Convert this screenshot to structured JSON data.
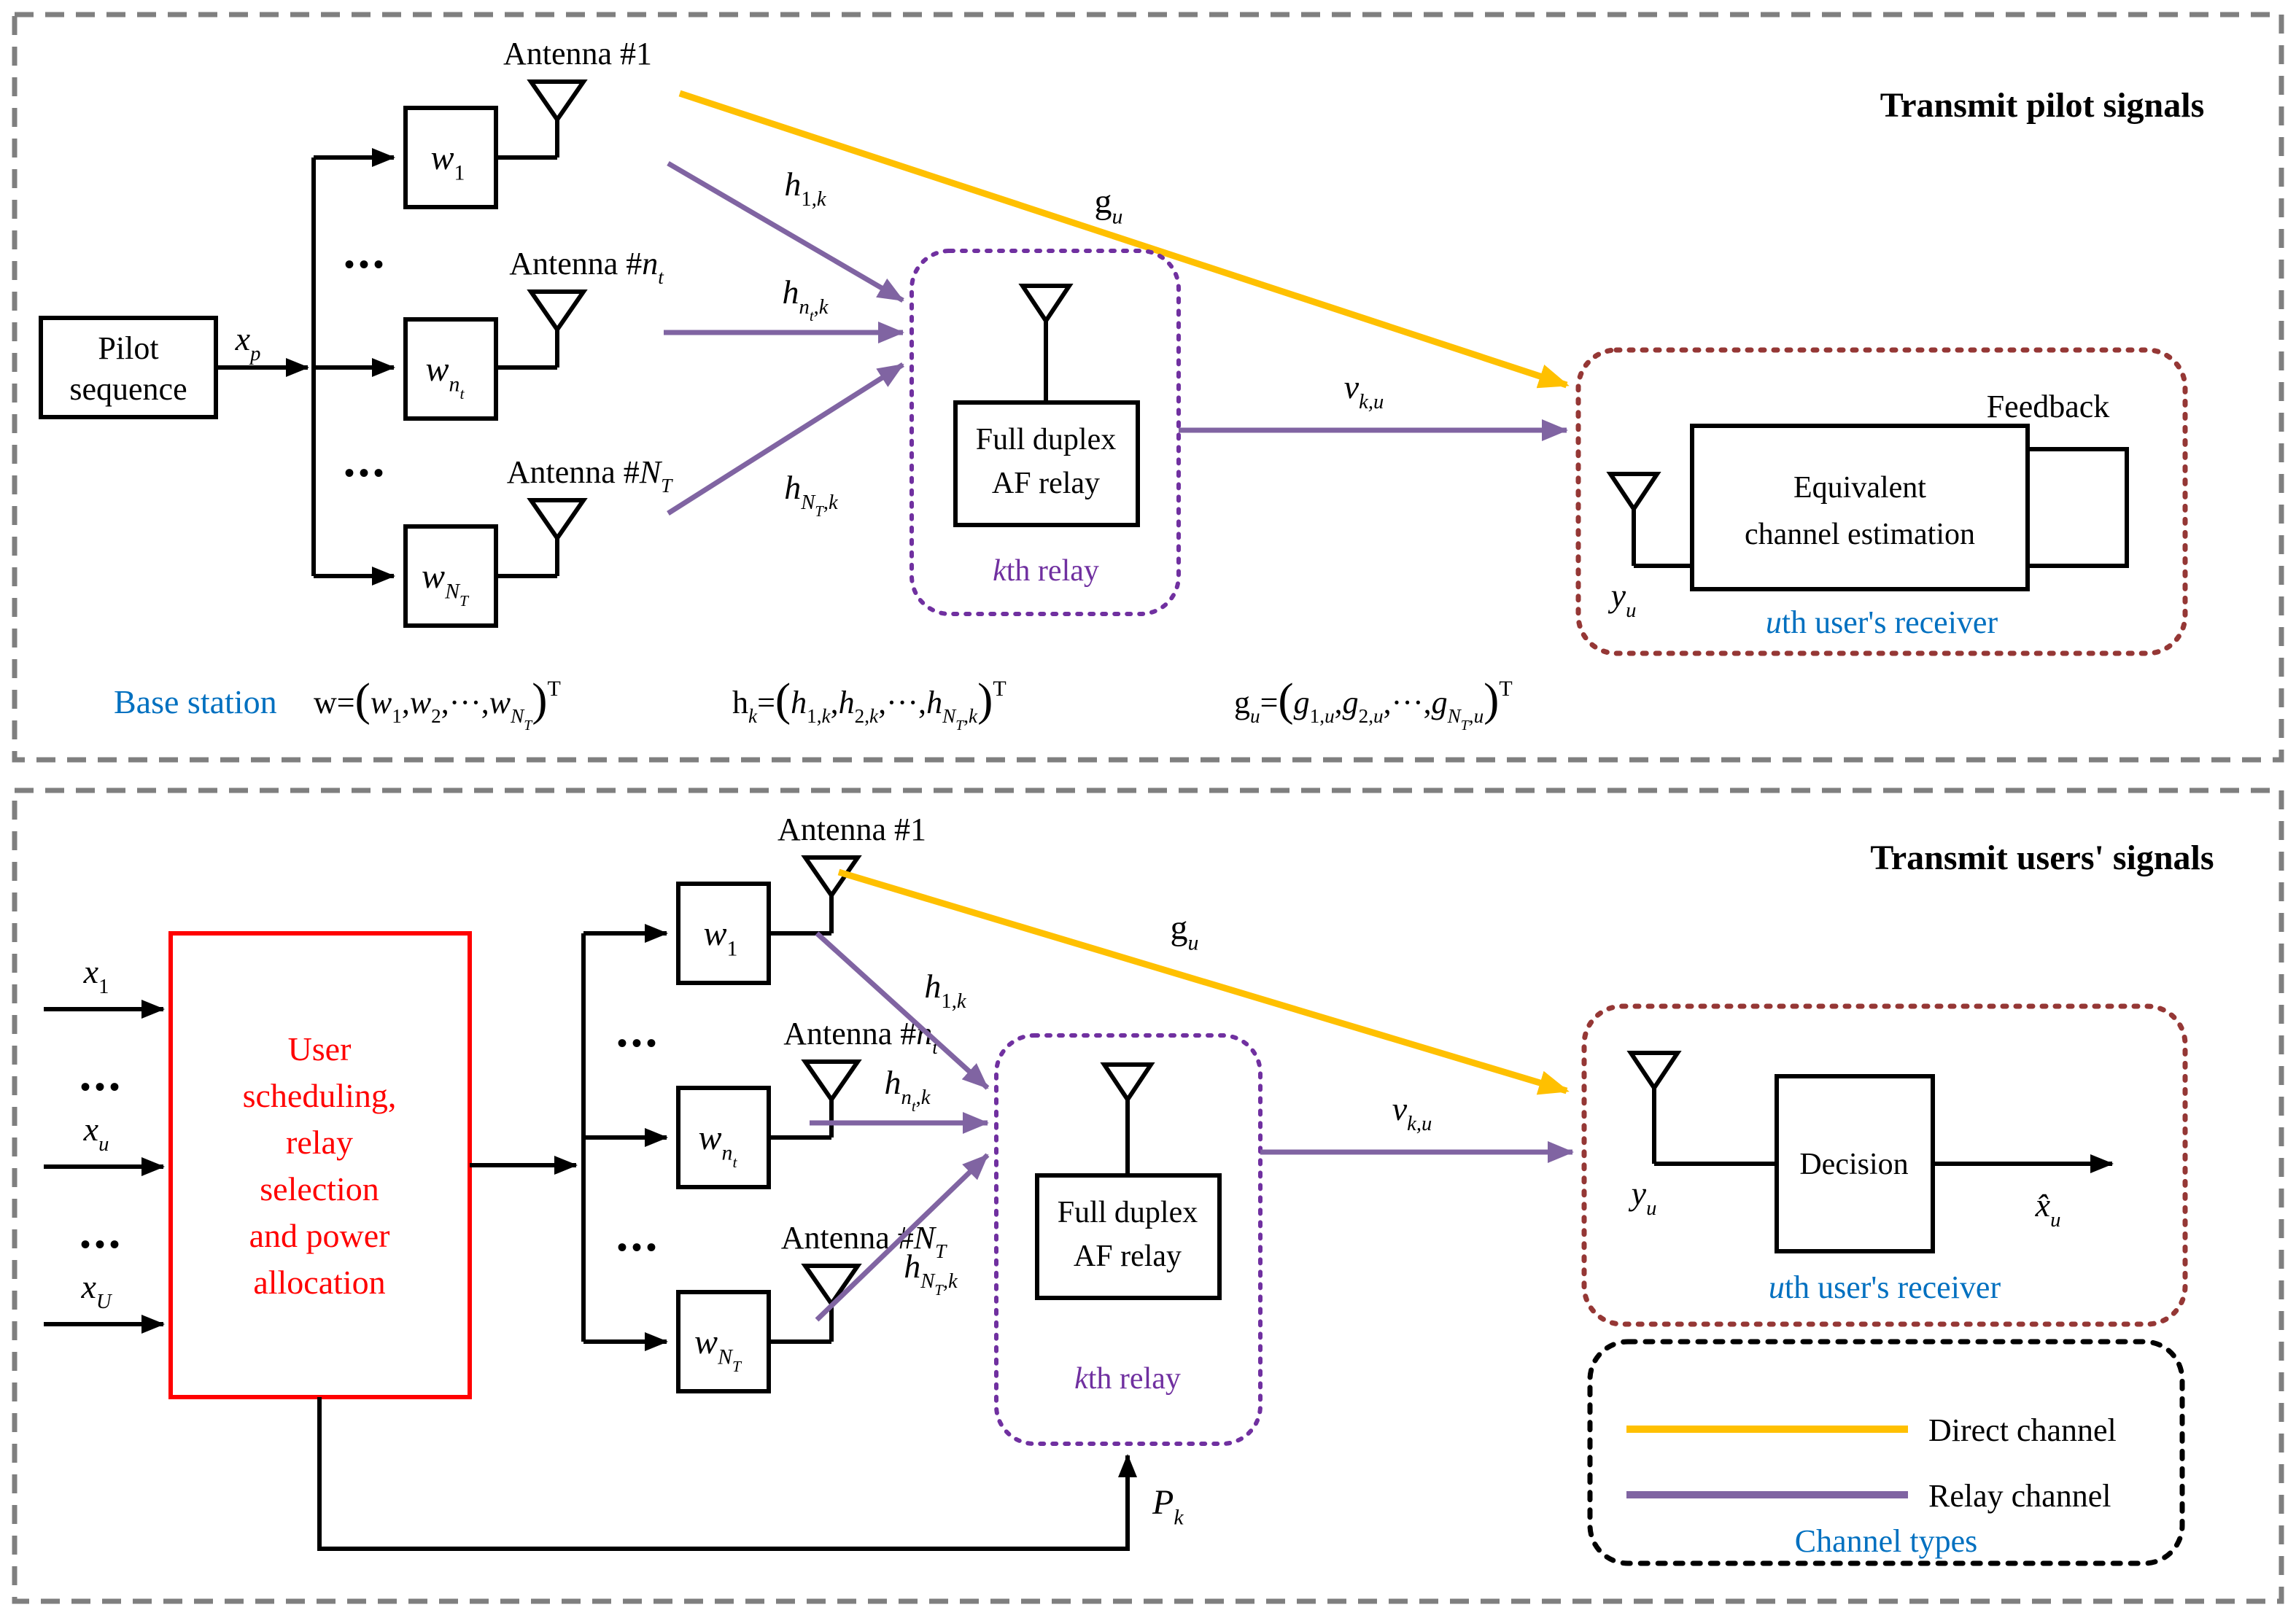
{
  "colors": {
    "direct_channel": "#FFC000",
    "relay_channel": "#8064A2",
    "relay_border": "#7030A0",
    "receiver_border": "#953735",
    "scheduler_red": "#FF0000",
    "accent_blue": "#0070C0",
    "panel_border_gray": "#7F7F7F"
  },
  "shared": {
    "dots": "•••",
    "w_labels": [
      [
        {
          "t": "w",
          "s": "i"
        },
        {
          "t": "1",
          "s": "sub"
        }
      ],
      [
        {
          "t": "w",
          "s": "i"
        },
        {
          "t": "n",
          "s": "subi"
        },
        {
          "t": "t",
          "s": "ssubi"
        }
      ],
      [
        {
          "t": "w",
          "s": "i"
        },
        {
          "t": "N",
          "s": "subi"
        },
        {
          "t": "T",
          "s": "ssubi"
        }
      ]
    ],
    "antenna_labels": [
      [
        {
          "t": "Antenna #1",
          "s": "r"
        }
      ],
      [
        {
          "t": "Antenna #",
          "s": "r"
        },
        {
          "t": "n",
          "s": "i"
        },
        {
          "t": "t",
          "s": "subi"
        }
      ],
      [
        {
          "t": "Antenna #",
          "s": "r"
        },
        {
          "t": "N",
          "s": "i"
        },
        {
          "t": "T",
          "s": "subi"
        }
      ]
    ],
    "h_labels": [
      [
        {
          "t": "h",
          "s": "i"
        },
        {
          "t": "1,",
          "s": "sub"
        },
        {
          "t": "k",
          "s": "subi"
        }
      ],
      [
        {
          "t": "h",
          "s": "i"
        },
        {
          "t": "n",
          "s": "subi"
        },
        {
          "t": "t",
          "s": "ssubi"
        },
        {
          "t": ",",
          "s": "sub"
        },
        {
          "t": "k",
          "s": "subi"
        }
      ],
      [
        {
          "t": "h",
          "s": "i"
        },
        {
          "t": "N",
          "s": "subi"
        },
        {
          "t": "T",
          "s": "ssubi"
        },
        {
          "t": ",",
          "s": "sub"
        },
        {
          "t": "k",
          "s": "subi"
        }
      ]
    ],
    "g_label": [
      {
        "t": "g",
        "s": "r"
      },
      {
        "t": "u",
        "s": "subi"
      }
    ],
    "v_label": [
      {
        "t": "v",
        "s": "i"
      },
      {
        "t": "k,u",
        "s": "subi"
      }
    ],
    "yu_label": [
      {
        "t": "y",
        "s": "i"
      },
      {
        "t": "u",
        "s": "subi"
      }
    ],
    "relay": {
      "box_line1": "Full duplex",
      "box_line2": "AF relay",
      "caption": [
        {
          "t": "k",
          "s": "i"
        },
        {
          "t": "th relay",
          "s": "r"
        }
      ]
    },
    "receiver_caption": [
      {
        "t": "u",
        "s": "i"
      },
      {
        "t": "th user's receiver",
        "s": "r"
      }
    ]
  },
  "top_panel": {
    "title": "Transmit pilot signals",
    "pilot_box": {
      "line1": "Pilot",
      "line2": "sequence"
    },
    "xp_label": [
      {
        "t": "x",
        "s": "i"
      },
      {
        "t": "p",
        "s": "subi"
      }
    ],
    "receiver": {
      "feedback_label": "Feedback",
      "box_line1": "Equivalent",
      "box_line2": "channel estimation"
    },
    "formula": {
      "prefix": "Base station",
      "w": [
        {
          "t": "w",
          "s": "r"
        },
        {
          "t": "=",
          "s": "r"
        },
        {
          "t": "(",
          "s": "big"
        },
        {
          "t": "w",
          "s": "i"
        },
        {
          "t": "1",
          "s": "sub"
        },
        {
          "t": ",",
          "s": "r"
        },
        {
          "t": "w",
          "s": "i"
        },
        {
          "t": "2",
          "s": "sub"
        },
        {
          "t": ",···,",
          "s": "r"
        },
        {
          "t": "w",
          "s": "i"
        },
        {
          "t": "N",
          "s": "subi"
        },
        {
          "t": "T",
          "s": "ssubi"
        },
        {
          "t": ")",
          "s": "big"
        },
        {
          "t": "T",
          "s": "sup"
        }
      ],
      "h": [
        {
          "t": "h",
          "s": "r"
        },
        {
          "t": "k",
          "s": "subi"
        },
        {
          "t": "=",
          "s": "r"
        },
        {
          "t": "(",
          "s": "big"
        },
        {
          "t": "h",
          "s": "i"
        },
        {
          "t": "1,",
          "s": "sub"
        },
        {
          "t": "k",
          "s": "subi"
        },
        {
          "t": ",",
          "s": "r"
        },
        {
          "t": "h",
          "s": "i"
        },
        {
          "t": "2,",
          "s": "sub"
        },
        {
          "t": "k",
          "s": "subi"
        },
        {
          "t": ",···,",
          "s": "r"
        },
        {
          "t": "h",
          "s": "i"
        },
        {
          "t": "N",
          "s": "subi"
        },
        {
          "t": "T",
          "s": "ssubi"
        },
        {
          "t": ",",
          "s": "sub"
        },
        {
          "t": "k",
          "s": "subi"
        },
        {
          "t": ")",
          "s": "big"
        },
        {
          "t": "T",
          "s": "sup"
        }
      ],
      "g": [
        {
          "t": "g",
          "s": "r"
        },
        {
          "t": "u",
          "s": "subi"
        },
        {
          "t": "=",
          "s": "r"
        },
        {
          "t": "(",
          "s": "big"
        },
        {
          "t": "g",
          "s": "i"
        },
        {
          "t": "1,",
          "s": "sub"
        },
        {
          "t": "u",
          "s": "subi"
        },
        {
          "t": ",",
          "s": "r"
        },
        {
          "t": "g",
          "s": "i"
        },
        {
          "t": "2,",
          "s": "sub"
        },
        {
          "t": "u",
          "s": "subi"
        },
        {
          "t": ",···,",
          "s": "r"
        },
        {
          "t": "g",
          "s": "i"
        },
        {
          "t": "N",
          "s": "subi"
        },
        {
          "t": "T",
          "s": "ssubi"
        },
        {
          "t": ",",
          "s": "sub"
        },
        {
          "t": "u",
          "s": "subi"
        },
        {
          "t": ")",
          "s": "big"
        },
        {
          "t": "T",
          "s": "sup"
        }
      ]
    }
  },
  "bottom_panel": {
    "title": "Transmit users' signals",
    "input_labels": [
      [
        {
          "t": "x",
          "s": "i"
        },
        {
          "t": "1",
          "s": "sub"
        }
      ],
      [
        {
          "t": "x",
          "s": "i"
        },
        {
          "t": "u",
          "s": "subi"
        }
      ],
      [
        {
          "t": "x",
          "s": "i"
        },
        {
          "t": "U",
          "s": "subi"
        }
      ]
    ],
    "scheduler_lines": [
      "User",
      "scheduling,",
      "relay",
      "selection",
      "and power",
      "allocation"
    ],
    "pk_label": [
      {
        "t": "P",
        "s": "i"
      },
      {
        "t": "k",
        "s": "subi"
      }
    ],
    "receiver": {
      "box_label": "Decision",
      "xhat_label": [
        {
          "t": "x̂",
          "s": "i"
        },
        {
          "t": "u",
          "s": "subi"
        }
      ]
    },
    "legend": {
      "direct": "Direct channel",
      "relay": "Relay channel",
      "caption": "Channel types"
    }
  }
}
